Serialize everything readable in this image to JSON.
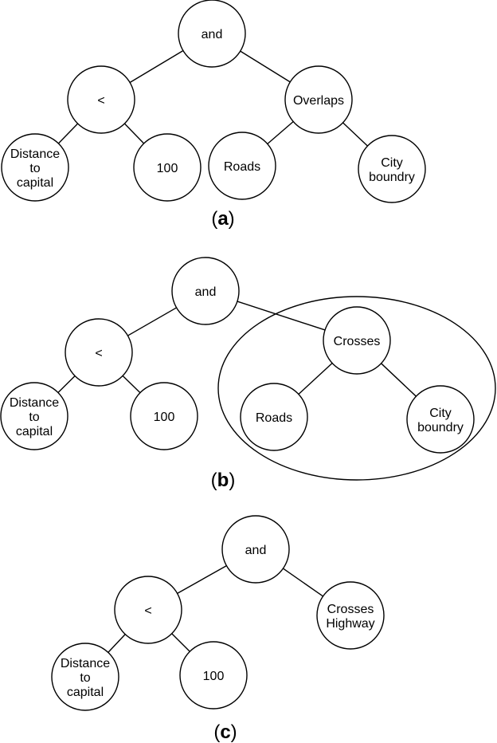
{
  "panels": [
    {
      "caption": "(a)",
      "caption_letter": "a",
      "nodes": [
        {
          "id": "and",
          "lines": [
            "and"
          ]
        },
        {
          "id": "lt",
          "lines": [
            "<"
          ]
        },
        {
          "id": "overlaps",
          "lines": [
            "Overlaps"
          ]
        },
        {
          "id": "distance",
          "lines": [
            "Distance",
            "to",
            "capital"
          ]
        },
        {
          "id": "hundred",
          "lines": [
            "100"
          ]
        },
        {
          "id": "roads",
          "lines": [
            "Roads"
          ]
        },
        {
          "id": "city",
          "lines": [
            "City",
            "boundry"
          ]
        }
      ],
      "edges": [
        [
          "and",
          "lt"
        ],
        [
          "and",
          "overlaps"
        ],
        [
          "lt",
          "distance"
        ],
        [
          "lt",
          "hundred"
        ],
        [
          "overlaps",
          "roads"
        ],
        [
          "overlaps",
          "city"
        ]
      ],
      "highlight_group": []
    },
    {
      "caption": "(b)",
      "caption_letter": "b",
      "nodes": [
        {
          "id": "and",
          "lines": [
            "and"
          ]
        },
        {
          "id": "lt",
          "lines": [
            "<"
          ]
        },
        {
          "id": "crosses",
          "lines": [
            "Crosses"
          ]
        },
        {
          "id": "distance",
          "lines": [
            "Distance",
            "to",
            "capital"
          ]
        },
        {
          "id": "hundred",
          "lines": [
            "100"
          ]
        },
        {
          "id": "roads",
          "lines": [
            "Roads"
          ]
        },
        {
          "id": "city",
          "lines": [
            "City",
            "boundry"
          ]
        }
      ],
      "edges": [
        [
          "and",
          "lt"
        ],
        [
          "and",
          "crosses"
        ],
        [
          "lt",
          "distance"
        ],
        [
          "lt",
          "hundred"
        ],
        [
          "crosses",
          "roads"
        ],
        [
          "crosses",
          "city"
        ]
      ],
      "highlight_group": [
        "crosses",
        "roads",
        "city"
      ]
    },
    {
      "caption": "(c)",
      "caption_letter": "c",
      "nodes": [
        {
          "id": "and",
          "lines": [
            "and"
          ]
        },
        {
          "id": "lt",
          "lines": [
            "<"
          ]
        },
        {
          "id": "crosses_highway",
          "lines": [
            "Crosses",
            "Highway"
          ]
        },
        {
          "id": "distance",
          "lines": [
            "Distance",
            "to",
            "capital"
          ]
        },
        {
          "id": "hundred",
          "lines": [
            "100"
          ]
        }
      ],
      "edges": [
        [
          "and",
          "lt"
        ],
        [
          "and",
          "crosses_highway"
        ],
        [
          "lt",
          "distance"
        ],
        [
          "lt",
          "hundred"
        ]
      ],
      "highlight_group": []
    }
  ]
}
